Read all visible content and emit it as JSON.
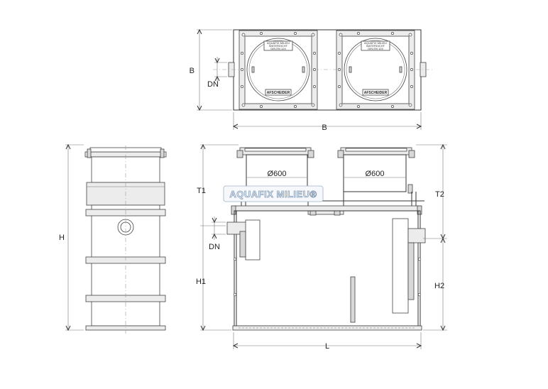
{
  "labels": {
    "top_width": "B",
    "top_height": "B",
    "top_dn": "DN",
    "height": "H",
    "t1": "T1",
    "t2": "T2",
    "h1": "H1",
    "h2": "H2",
    "side_dn": "DN",
    "length": "L",
    "dia_left": "Ø600",
    "dia_right": "Ø600"
  },
  "covers": [
    {
      "brand": "AQUAFIX MILIEU",
      "sub": "WATERDICHT",
      "code": "DIN EN 124",
      "plate": "AFSCHEIDER"
    },
    {
      "brand": "AQUAFIX MILIEU",
      "sub": "WATERDICHT",
      "code": "DIN EN 124",
      "plate": "AFSCHEIDER"
    }
  ],
  "logo": "AQUAFIX MILIEU®"
}
